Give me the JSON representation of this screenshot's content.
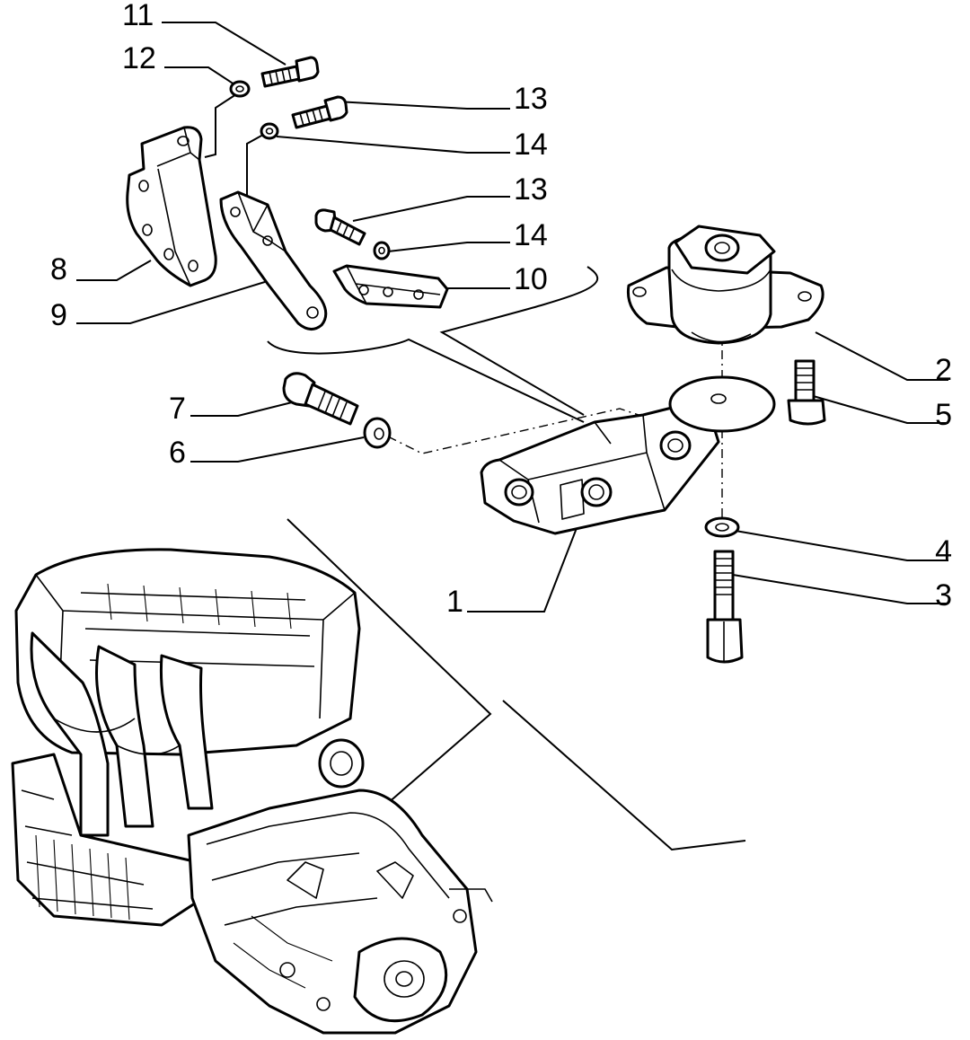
{
  "labels": {
    "l1": "1",
    "l2": "2",
    "l3": "3",
    "l4": "4",
    "l5": "5",
    "l6": "6",
    "l7": "7",
    "l8": "8",
    "l9": "9",
    "l10": "10",
    "l11": "11",
    "l12": "12",
    "l13a": "13",
    "l13b": "13",
    "l14a": "14",
    "l14b": "14"
  },
  "colors": {
    "ink": "#000000",
    "paper": "#ffffff"
  }
}
